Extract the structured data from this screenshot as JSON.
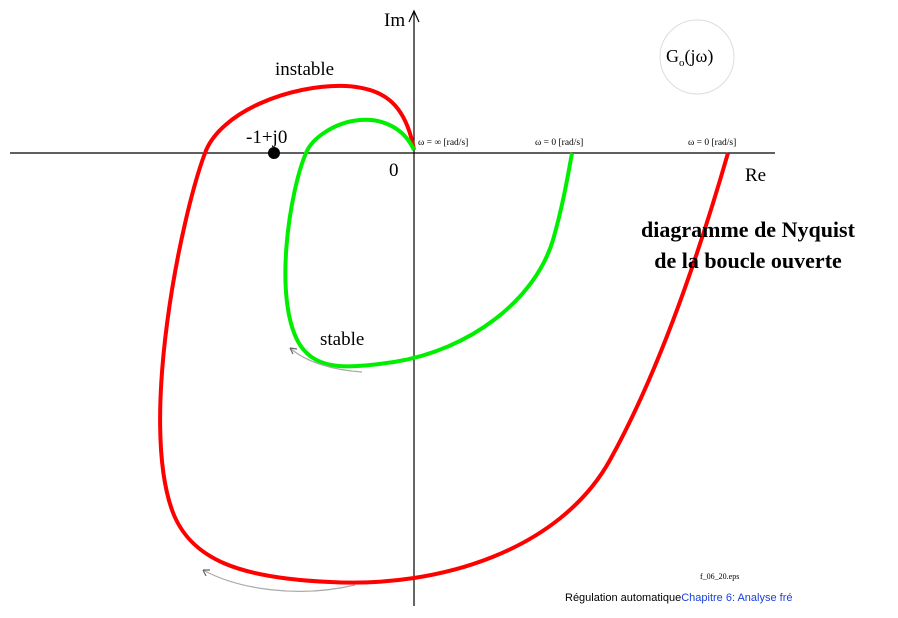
{
  "diagram": {
    "axis_im_label": "Im",
    "axis_re_label": "Re",
    "origin_label": "0",
    "critical_point_label": "-1+j0",
    "transfer_function": "G",
    "transfer_function_subscript": "o",
    "transfer_function_arg": "(jω)",
    "omega_inf_label": "ω = ∞  [rad/s]",
    "omega_zero_green_label": "ω = 0 [rad/s]",
    "omega_zero_red_label": "ω = 0  [rad/s]",
    "label_unstable": "instable",
    "label_stable": "stable",
    "colors": {
      "unstable": "#ff0000",
      "stable": "#00ee00",
      "axis": "#000000",
      "arrow": "#aaaaaa"
    }
  },
  "title": {
    "line1": "diagramme de Nyquist",
    "line2": "de la boucle ouverte"
  },
  "footer": {
    "text": "Régulation automatique",
    "link": "Chapitre 6: Analyse fré",
    "filename": "f_06_20.eps"
  }
}
